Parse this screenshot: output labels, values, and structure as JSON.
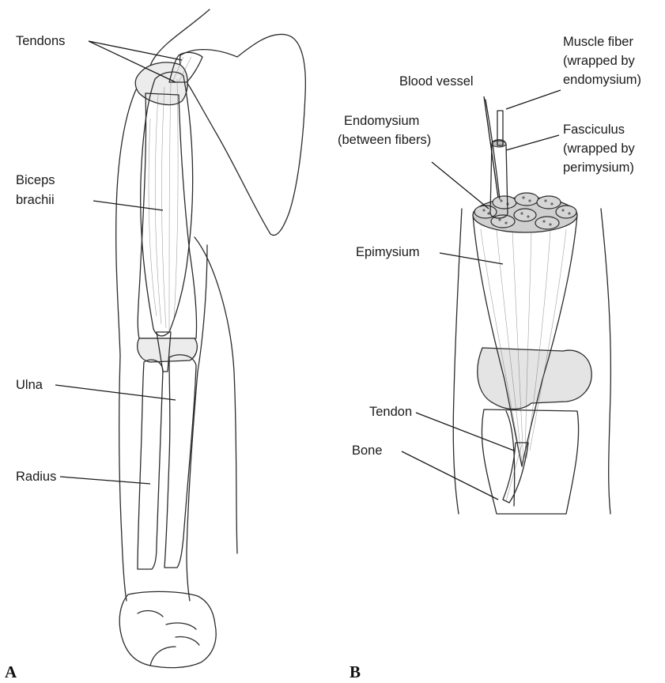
{
  "panels": {
    "a": "A",
    "b": "B"
  },
  "labels": {
    "tendons": "Tendons",
    "biceps_line1": "Biceps",
    "biceps_line2": "brachii",
    "ulna": "Ulna",
    "radius": "Radius",
    "blood_vessel": "Blood vessel",
    "muscle_fiber_line1": "Muscle fiber",
    "muscle_fiber_line2": "(wrapped by",
    "muscle_fiber_line3": "endomysium)",
    "endomysium_line1": "Endomysium",
    "endomysium_line2": "(between fibers)",
    "fasciculus_line1": "Fasciculus",
    "fasciculus_line2": "(wrapped by",
    "fasciculus_line3": "perimysium)",
    "epimysium": "Epimysium",
    "tendon": "Tendon",
    "bone": "Bone"
  },
  "colors": {
    "muscle_dark": "#6e6e6e",
    "muscle_light": "#d9d9d9",
    "bone": "#e4e4e4",
    "outline": "#2b2b2b"
  }
}
